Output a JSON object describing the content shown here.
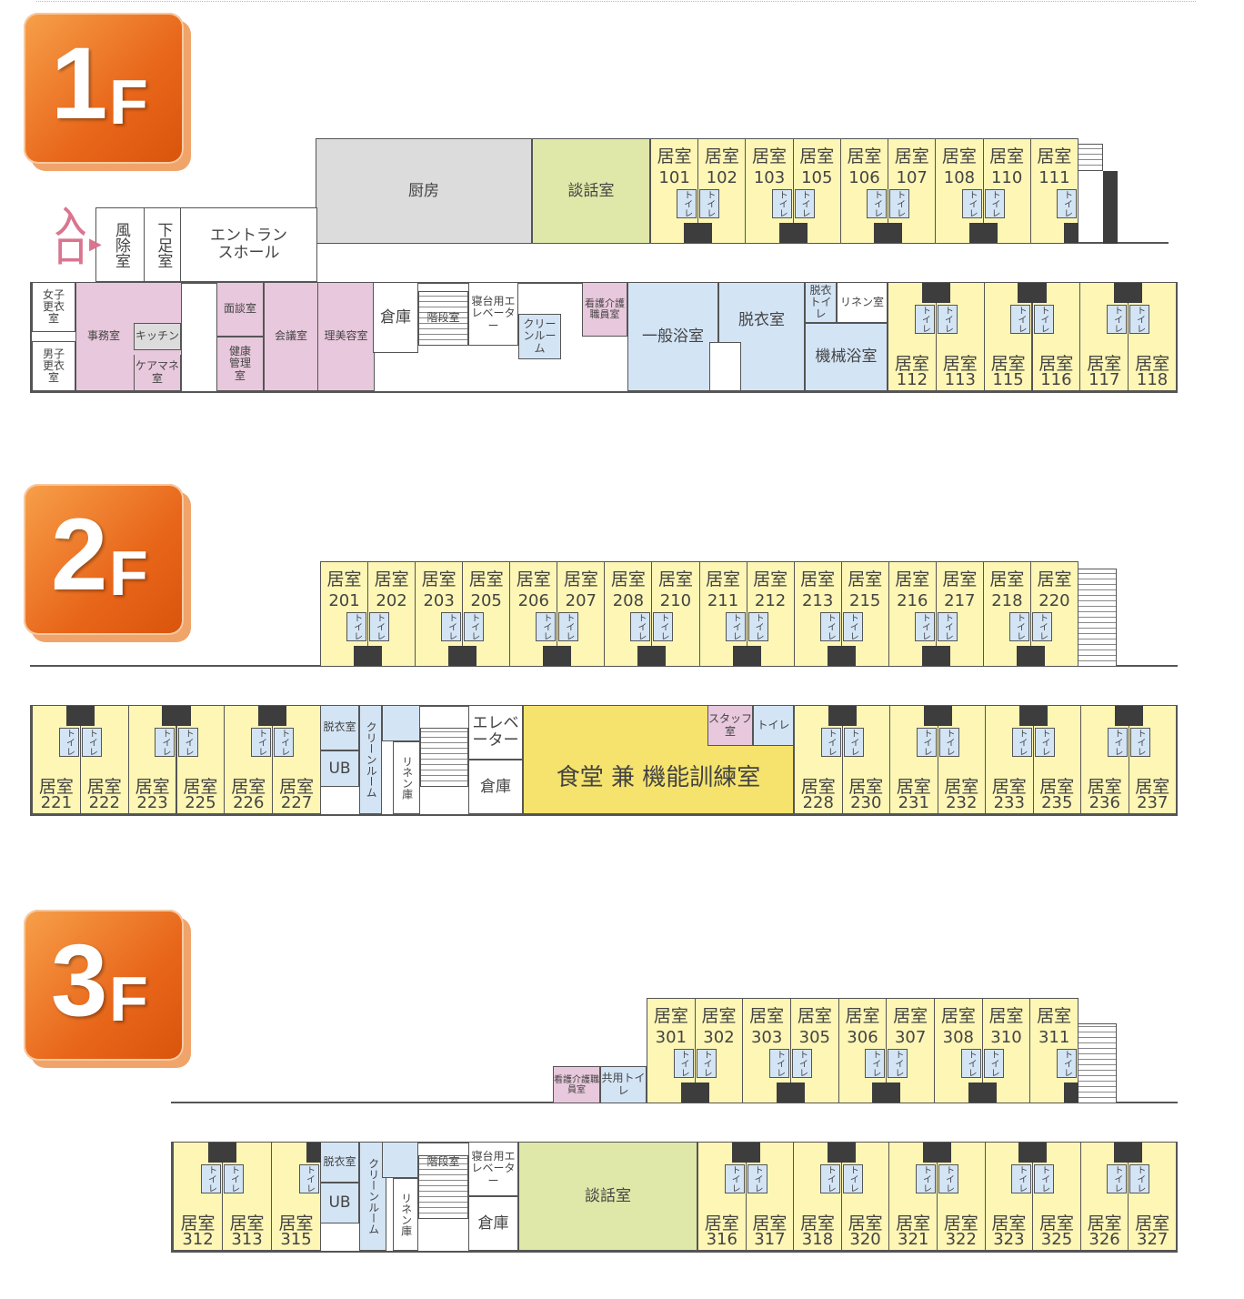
{
  "common": {
    "room_label": "居室",
    "toilet_label": "トイレ",
    "entrance": "入口"
  },
  "colors": {
    "room": "#fdf6b5",
    "lounge": "#dfe8a8",
    "kitchen": "#dcdcdc",
    "staff": "#e8c8dc",
    "water": "#d3e4f5",
    "dining": "#f5e36e",
    "badge": "#e8661a"
  },
  "floors": [
    {
      "label_num": "1",
      "label_f": "F",
      "rooms_top": [
        "101",
        "102",
        "103",
        "105",
        "106",
        "107",
        "108",
        "110",
        "111"
      ],
      "rooms_bottom": [
        "112",
        "113",
        "115",
        "116",
        "117",
        "118"
      ],
      "facilities": {
        "kitchen": "厨房",
        "lounge": "談話室",
        "windbreak": "風除室",
        "shoe_room": "下足室",
        "entrance_hall": "エントランスホール",
        "women_locker": "女子更衣室",
        "men_locker": "男子更衣室",
        "office": "事務室",
        "office_kitchen": "キッチン",
        "care_manager": "ケアマネ室",
        "interview": "面談室",
        "health": "健康管理室",
        "meeting": "会議室",
        "salon": "理美容室",
        "storage": "倉庫",
        "stairs": "階段室",
        "bed_elevator": "寝台用エレベーター",
        "clean_room": "クリーンルーム",
        "nurse_staff": "看護介護職員室",
        "bath": "一般浴室",
        "dressing": "脱衣室",
        "dressing_toilet": "脱衣トイレ",
        "linen": "リネン室",
        "machine_bath": "機械浴室"
      }
    },
    {
      "label_num": "2",
      "label_f": "F",
      "rooms_top": [
        "201",
        "202",
        "203",
        "205",
        "206",
        "207",
        "208",
        "210",
        "211",
        "212",
        "213",
        "215",
        "216",
        "217",
        "218",
        "220"
      ],
      "rooms_bottom_left": [
        "221",
        "222",
        "223",
        "225",
        "226",
        "227"
      ],
      "rooms_bottom_right": [
        "228",
        "230",
        "231",
        "232",
        "233",
        "235",
        "236",
        "237"
      ],
      "facilities": {
        "dressing": "脱衣室",
        "ub": "UB",
        "clean_room": "クリーンルーム",
        "linen": "リネン庫",
        "elevator": "エレベーター",
        "storage": "倉庫",
        "dining": "食堂 兼 機能訓練室",
        "staff": "スタッフ室",
        "toilet": "トイレ"
      }
    },
    {
      "label_num": "3",
      "label_f": "F",
      "rooms_top": [
        "301",
        "302",
        "303",
        "305",
        "306",
        "307",
        "308",
        "310",
        "311"
      ],
      "rooms_bottom_left": [
        "312",
        "313",
        "315"
      ],
      "rooms_bottom_right": [
        "316",
        "317",
        "318",
        "320",
        "321",
        "322",
        "323",
        "325",
        "326",
        "327"
      ],
      "facilities": {
        "nurse_staff": "看護介護職員室",
        "shared_toilet": "共用トイレ",
        "dressing": "脱衣室",
        "ub": "UB",
        "clean_room": "クリーンルーム",
        "linen": "リネン庫",
        "stairs": "階段室",
        "bed_elevator": "寝台用エレベーター",
        "storage": "倉庫",
        "lounge": "談話室"
      }
    }
  ]
}
